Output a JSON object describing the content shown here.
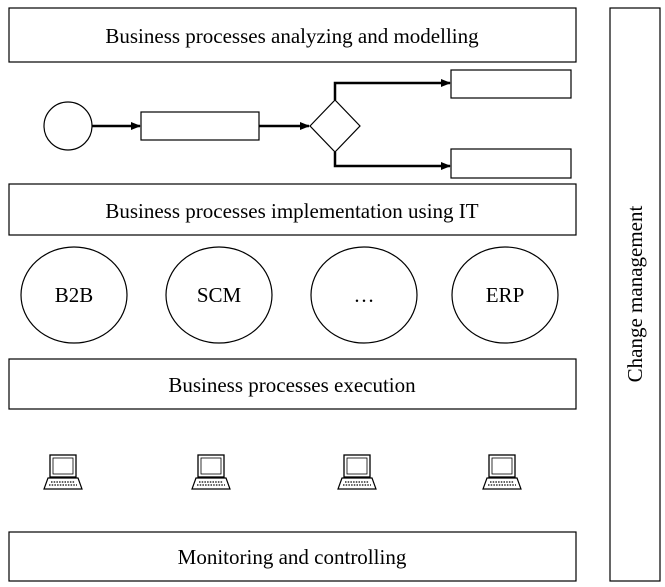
{
  "layers": {
    "modelling": "Business processes analyzing and modelling",
    "implementation": "Business processes implementation using IT",
    "execution": "Business processes execution",
    "monitoring": "Monitoring and controlling"
  },
  "side_panel": {
    "label": "Change management"
  },
  "systems": [
    {
      "label": "B2B"
    },
    {
      "label": "SCM"
    },
    {
      "label": "…"
    },
    {
      "label": "ERP"
    }
  ],
  "workstations": [
    {
      "icon": "laptop-icon"
    },
    {
      "icon": "laptop-icon"
    },
    {
      "icon": "laptop-icon"
    },
    {
      "icon": "laptop-icon"
    }
  ],
  "process_flow": {
    "nodes": [
      "start-event",
      "task",
      "gateway",
      "task-upper",
      "task-lower"
    ],
    "edges": [
      [
        "start-event",
        "task"
      ],
      [
        "task",
        "gateway"
      ],
      [
        "gateway",
        "task-upper"
      ],
      [
        "gateway",
        "task-lower"
      ]
    ]
  }
}
